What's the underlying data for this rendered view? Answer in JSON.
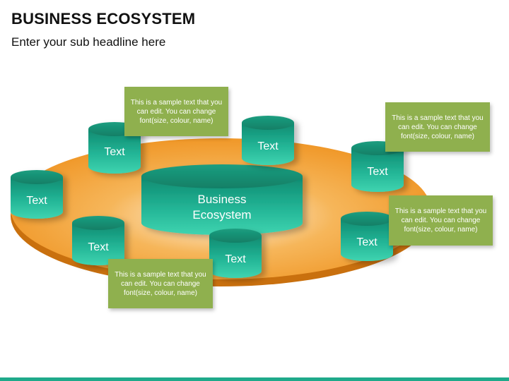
{
  "header": {
    "title": "BUSINESS ECOSYSTEM",
    "subtitle": "Enter your sub headline here"
  },
  "center": {
    "line1": "Business",
    "line2": "Ecosystem"
  },
  "nodes": [
    {
      "label": "Text"
    },
    {
      "label": "Text"
    },
    {
      "label": "Text"
    },
    {
      "label": "Text"
    },
    {
      "label": "Text"
    },
    {
      "label": "Text"
    },
    {
      "label": "Text"
    }
  ],
  "notes": [
    {
      "text": "This is a sample text that you can edit. You can change font(size, colour, name)"
    },
    {
      "text": "This is a sample text that you can edit. You can change font(size, colour, name)"
    },
    {
      "text": "This is a sample text that you can edit. You can change font(size, colour, name)"
    },
    {
      "text": "This is a sample text that you can edit. You can change font(size, colour, name)"
    }
  ],
  "colors": {
    "cylinder": "#1fa98a",
    "platform": "#f29a2e",
    "note": "#8fb04e",
    "footer": "#1fa98a"
  }
}
